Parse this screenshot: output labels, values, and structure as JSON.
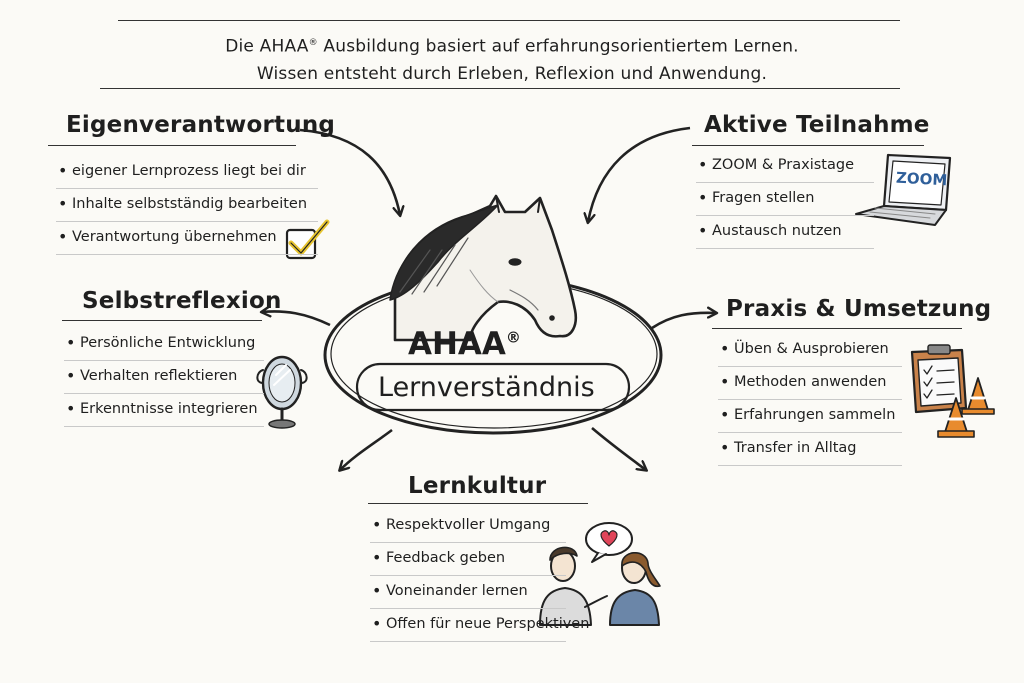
{
  "intro": {
    "line1_pre": "Die AHAA",
    "line1_reg": "®",
    "line1_post": " Ausbildung basiert auf erfahrungsorientiertem Lernen.",
    "line2": "Wissen entsteht durch Erleben, Reflexion und Anwendung."
  },
  "center": {
    "title": "AHAA",
    "title_reg": "®",
    "subtitle": "Lernverständnis"
  },
  "sections": {
    "eigenverantwortung": {
      "title": "Eigenverantwortung",
      "items": [
        "eigener Lernprozess liegt bei dir",
        "Inhalte selbstständig bearbeiten",
        "Verantwortung übernehmen"
      ]
    },
    "aktive_teilnahme": {
      "title": "Aktive Teilnahme",
      "items": [
        "ZOOM & Praxistage",
        "Fragen stellen",
        "Austausch nutzen"
      ]
    },
    "selbstreflexion": {
      "title": "Selbstreflexion",
      "items": [
        "Persönliche Entwicklung",
        "Verhalten reflektieren",
        "Erkenntnisse integrieren"
      ]
    },
    "praxis": {
      "title": "Praxis & Umsetzung",
      "items": [
        "Üben & Ausprobieren",
        "Methoden anwenden",
        "Erfahrungen sammeln",
        "Transfer in Alltag"
      ]
    },
    "lernkultur": {
      "title": "Lernkultur",
      "items": [
        "Respektvoller Umgang",
        "Feedback geben",
        "Voneinander lernen",
        "Offen für neue Perspektiven"
      ]
    }
  },
  "laptop_screen_text": "ZOOM",
  "icons": [
    "horse-head-icon",
    "checkbox-icon",
    "laptop-icon",
    "mirror-icon",
    "clipboard-icon",
    "traffic-cone-icon",
    "speech-bubble-heart-icon",
    "people-talking-icon"
  ],
  "colors": {
    "ink": "#1f1f1f",
    "check": "#e7c531",
    "cone": "#e88b2e",
    "heart": "#e0455a",
    "zoom_blue": "#2f5f9a"
  }
}
